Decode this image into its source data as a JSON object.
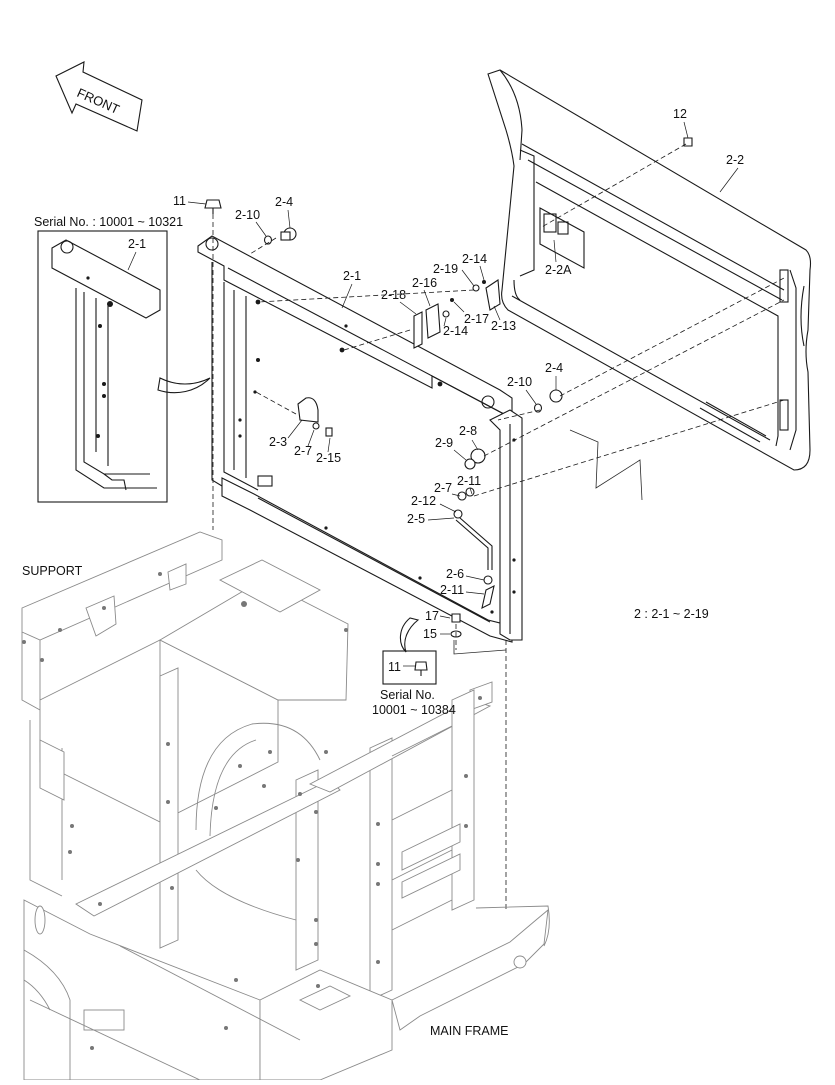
{
  "direction_arrow": {
    "label": "FRONT"
  },
  "inset_top": {
    "serial": "Serial No. : 10001 ~ 10321",
    "part": "2-1"
  },
  "inset_bottom": {
    "part": "11",
    "serial_line1": "Serial No.",
    "serial_line2": "10001 ~ 10384"
  },
  "labels": {
    "support": "SUPPORT",
    "main_frame": "MAIN FRAME",
    "assembly_note": "2 : 2-1 ~ 2-19"
  },
  "callouts": {
    "p12": "12",
    "p2_2": "2-2",
    "p2_2A": "2-2A",
    "p11_top": "11",
    "p2_4_top": "2-4",
    "p2_10_top": "2-10",
    "p2_1_main": "2-1",
    "p2_19": "2-19",
    "p2_14_top": "2-14",
    "p2_16": "2-16",
    "p2_18": "2-18",
    "p2_14_mid": "2-14",
    "p2_17": "2-17",
    "p2_13": "2-13",
    "p2_4_right": "2-4",
    "p2_10_right": "2-10",
    "p2_3": "2-3",
    "p2_7_left": "2-7",
    "p2_15": "2-15",
    "p2_8": "2-8",
    "p2_9": "2-9",
    "p2_7_right": "2-7",
    "p2_11_right": "2-11",
    "p2_12": "2-12",
    "p2_5": "2-5",
    "p2_6": "2-6",
    "p2_11_low": "2-11",
    "p17": "17",
    "p15": "15"
  }
}
